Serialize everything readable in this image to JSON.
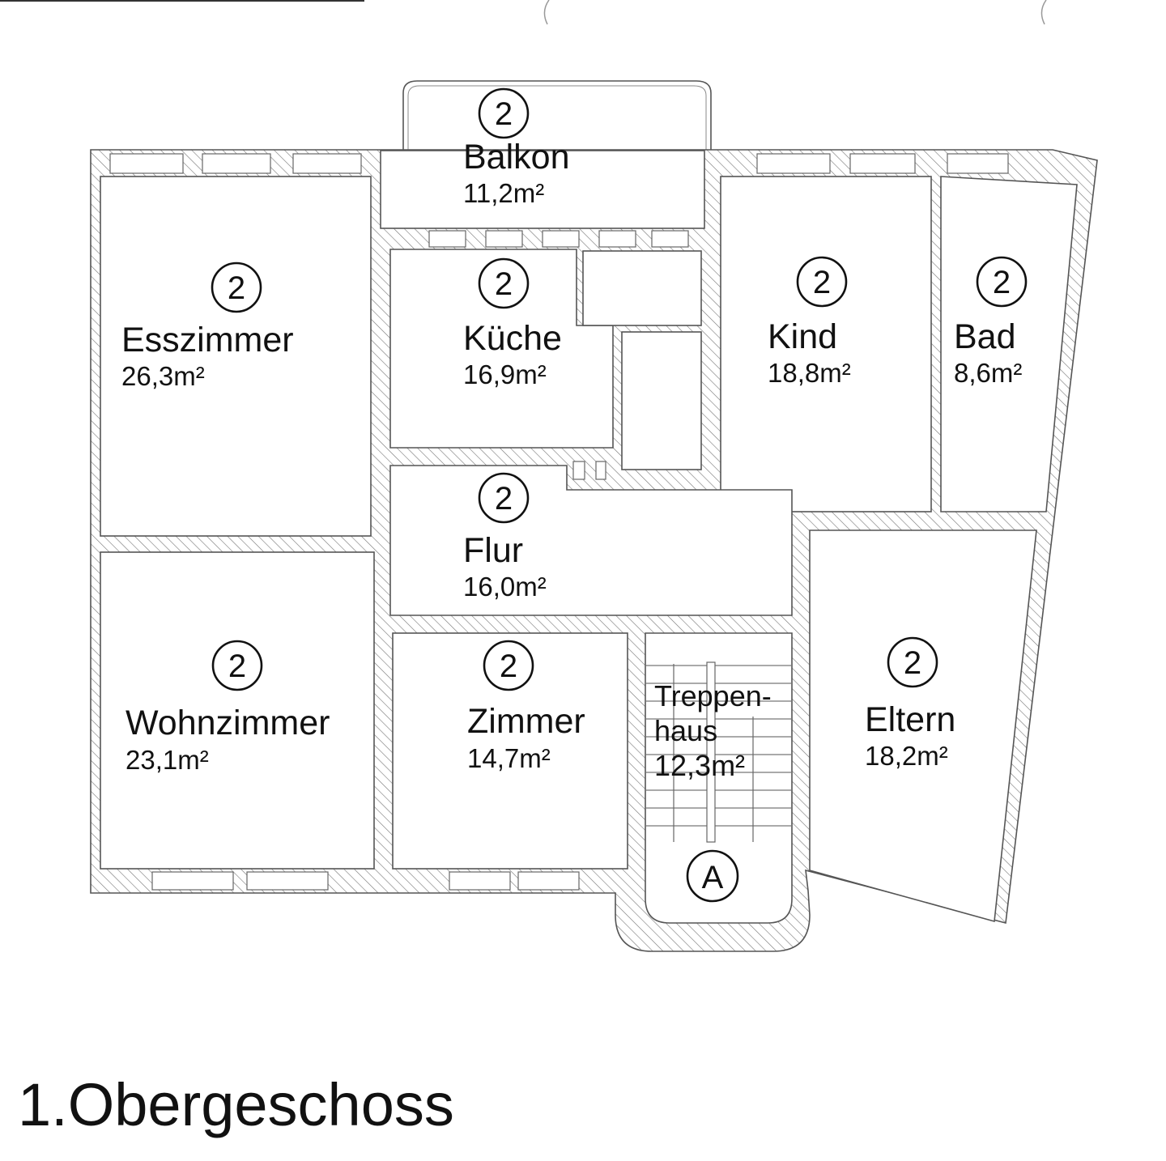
{
  "plan": {
    "title": "1.Obergeschoss",
    "rooms": [
      {
        "name": "Balkon",
        "area": "11,2m²",
        "marker": "2"
      },
      {
        "name": "Esszimmer",
        "area": "26,3m²",
        "marker": "2"
      },
      {
        "name": "Küche",
        "area": "16,9m²",
        "marker": "2"
      },
      {
        "name": "Kind",
        "area": "18,8m²",
        "marker": "2"
      },
      {
        "name": "Bad",
        "area": "8,6m²",
        "marker": "2"
      },
      {
        "name": "Flur",
        "area": "16,0m²",
        "marker": "2"
      },
      {
        "name": "Wohnzimmer",
        "area": "23,1m²",
        "marker": "2"
      },
      {
        "name": "Zimmer",
        "area": "14,7m²",
        "marker": "2"
      },
      {
        "name": "Eltern",
        "area": "18,2m²",
        "marker": "2"
      }
    ],
    "stairwell": {
      "line1": "Treppen-",
      "line2": "haus",
      "area": "12,3m²",
      "marker": "A"
    }
  }
}
